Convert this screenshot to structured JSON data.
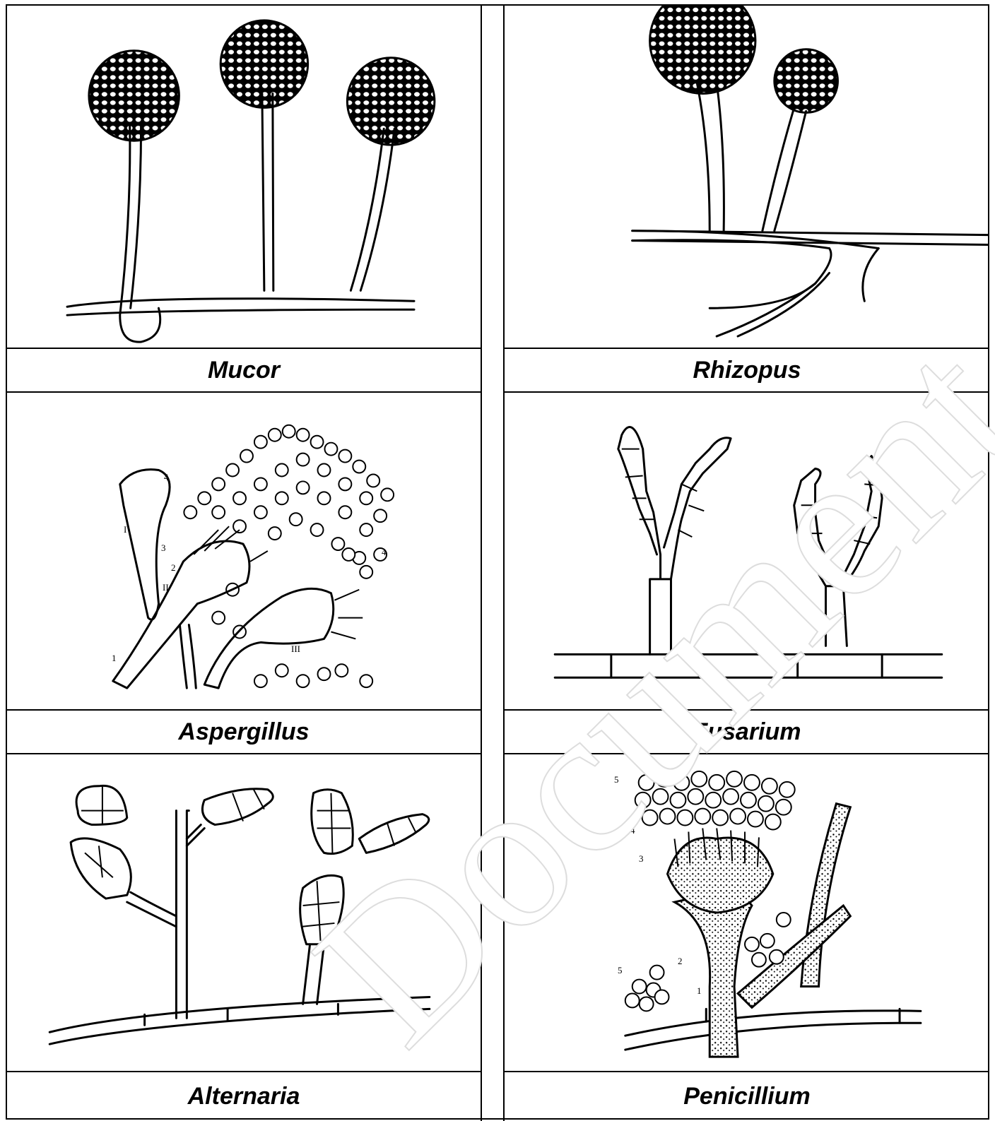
{
  "figures": [
    {
      "name": "Mucor",
      "label": "Mucor"
    },
    {
      "name": "Rhizopus",
      "label": "Rhizopus"
    },
    {
      "name": "Aspergillus",
      "label": "Aspergillus"
    },
    {
      "name": "Fusarium",
      "label": "Fusarium"
    },
    {
      "name": "Alternaria",
      "label": "Alternaria"
    },
    {
      "name": "Penicillium",
      "label": "Penicillium"
    }
  ],
  "aspergillus_numbers": [
    "1",
    "2",
    "3",
    "4",
    "I",
    "II",
    "III",
    "4"
  ],
  "penicillium_numbers": [
    "5",
    "4",
    "3",
    "2",
    "5",
    "1"
  ],
  "watermark": "Document de l...",
  "colors": {
    "ink": "#000000",
    "background": "#ffffff"
  }
}
